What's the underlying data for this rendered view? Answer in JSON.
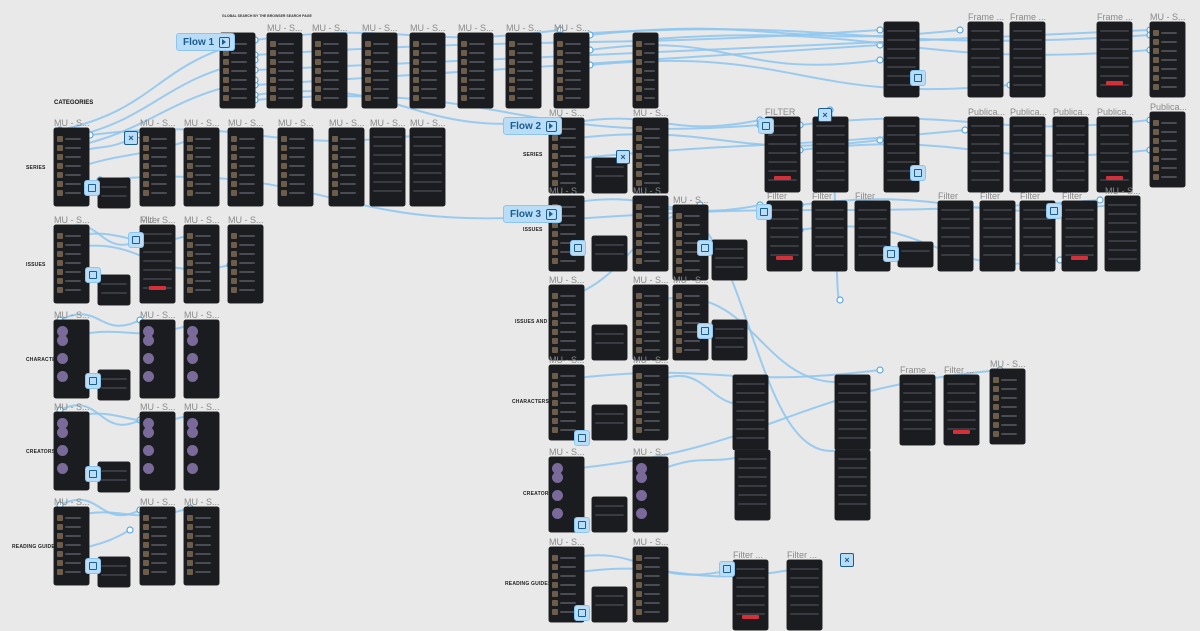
{
  "canvas_title": "CATEGORIES",
  "global_note": "GLOBAL SEARCH BY THE BROWSER SEARCH PAGE",
  "flows": [
    {
      "label": "Flow 1"
    },
    {
      "label": "Flow 2"
    },
    {
      "label": "Flow 3"
    }
  ],
  "left_sections": [
    "SERIES",
    "ISSUES",
    "CHARACTERS",
    "CREATORS",
    "READING GUIDES"
  ],
  "right_sections": [
    "SERIES",
    "ISSUES",
    "ISSUES AND",
    "CHARACTERS",
    "CREATORS",
    "READING GUIDES"
  ],
  "frame_labels": {
    "mu": "MU - S...",
    "filter": "Filter",
    "filter_trunc": "Filter ...",
    "frame": "Frame ...",
    "publica": "Publica...",
    "filter_caps": "FILTER"
  },
  "colors": {
    "wire": "#8cc6f0",
    "frame_bg": "#1b1c20",
    "accent": "#d3303a",
    "canvas": "#e9e9e9"
  }
}
